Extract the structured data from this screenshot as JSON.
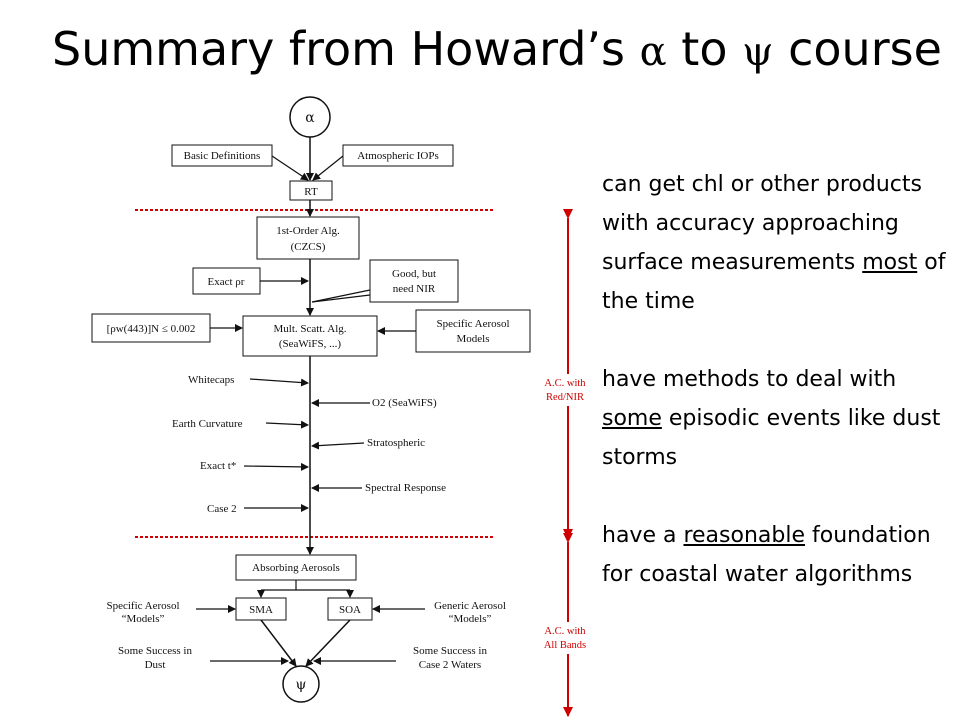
{
  "title": {
    "prefix": "Summary from Howard’s ",
    "alpha": "α",
    "middle": " to ",
    "psi": "ψ",
    "suffix": " course"
  },
  "diagram": {
    "start": "α",
    "end": "ψ",
    "basic_definitions": "Basic Definitions",
    "atmospheric_iops": "Atmospheric IOPs",
    "rt": "RT",
    "first_order_line1": "1st-Order Alg.",
    "first_order_line2": "(CZCS)",
    "exact_rho": "Exact ρr",
    "good_line1": "Good, but",
    "good_line2": "need NIR",
    "criterion": "[ρw(443)]N ≤ 0.002",
    "mult_line1": "Mult. Scatt. Alg.",
    "mult_line2": "(SeaWiFS, ...)",
    "specific_aerosol_line1": "Specific Aerosol",
    "specific_aerosol_line2": "Models",
    "whitecaps": "Whitecaps",
    "o2": "O2 (SeaWiFS)",
    "earth_curvature": "Earth Curvature",
    "stratospheric": "Stratospheric",
    "exact_t": "Exact t*",
    "spectral_response": "Spectral Response",
    "case2": "Case 2",
    "absorbing_aerosols": "Absorbing Aerosols",
    "sma": "SMA",
    "soa": "SOA",
    "specific_models_line1": "Specific Aerosol",
    "specific_models_line2": "“Models”",
    "generic_models_line1": "Generic Aerosol",
    "generic_models_line2": "“Models”",
    "success_dust_line1": "Some Success in",
    "success_dust_line2": "Dust",
    "success_case2_line1": "Some Success in",
    "success_case2_line2": "Case 2 Waters",
    "ac_red_line1": "A.C. with",
    "ac_red_line2": "Red/NIR",
    "ac_all_line1": "A.C. with",
    "ac_all_line2": "All Bands"
  },
  "notes": {
    "p1_before": "can get chl or other products with accuracy approaching surface measurements ",
    "p1_underlined": "most",
    "p1_after": " of the time",
    "p2_before": "have methods to deal with ",
    "p2_underlined": "some",
    "p2_after": " episodic events like dust storms",
    "p3_before": "have a ",
    "p3_underlined": "reasonable",
    "p3_after": " foundation for coastal water algorithms"
  },
  "colors": {
    "red_accent": "#d00000",
    "line": "#111111"
  }
}
